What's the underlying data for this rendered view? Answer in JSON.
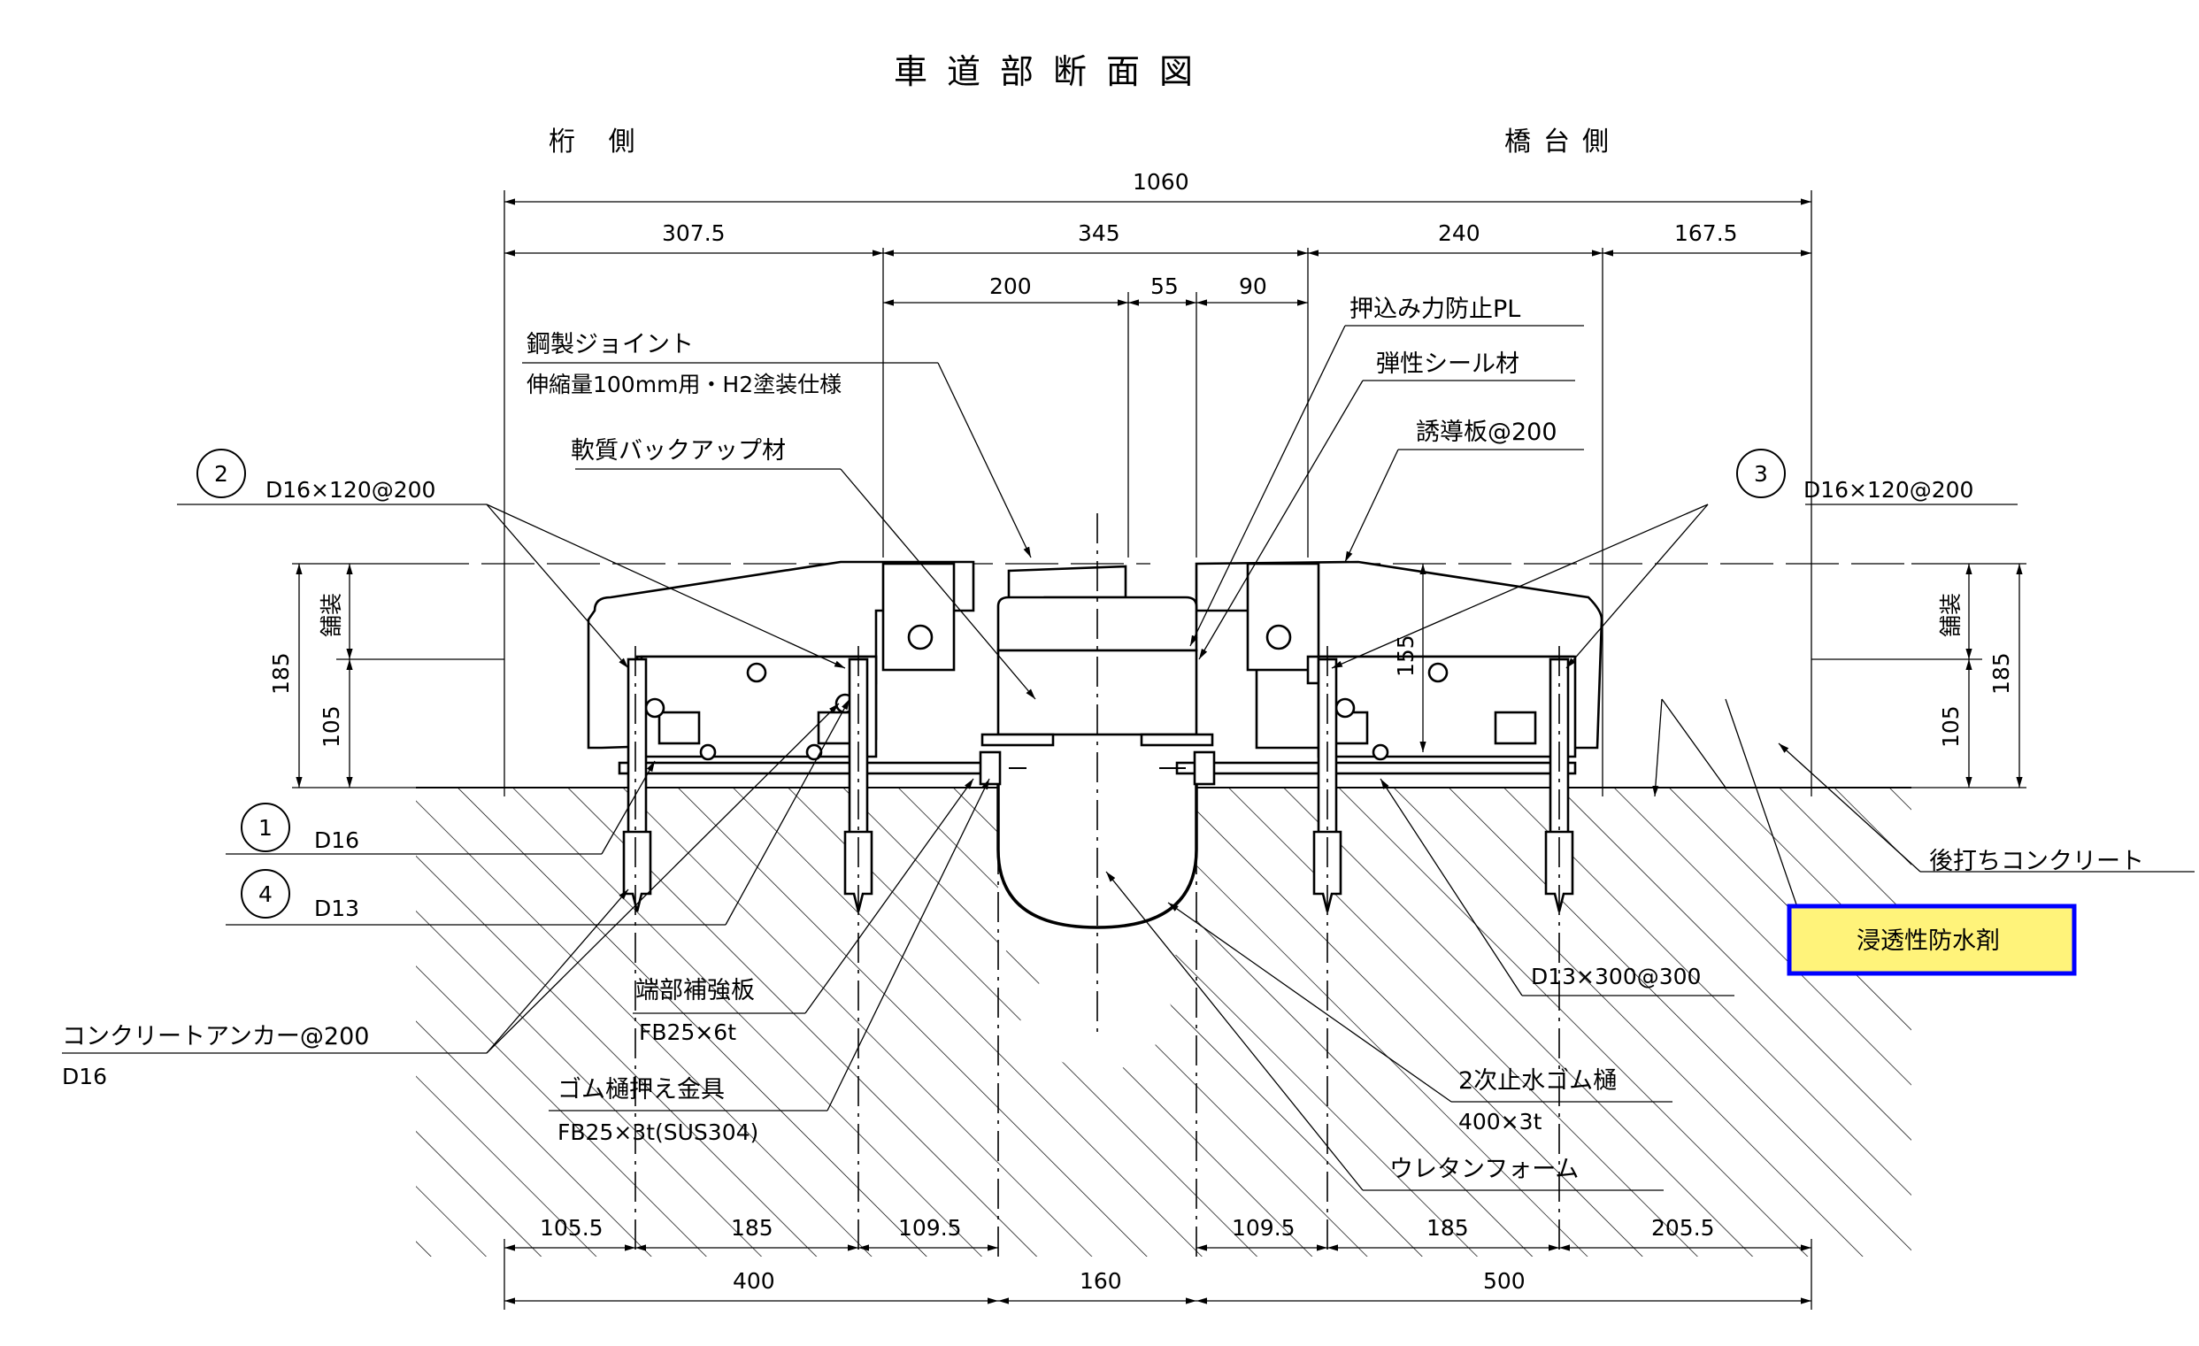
{
  "drawing": {
    "title": "車道部断面図",
    "girder_side": "桁 側",
    "abutment_side": "橋台側"
  },
  "dimensions": {
    "total": "1060",
    "top_segments": [
      "307.5",
      "345",
      "240",
      "167.5"
    ],
    "gap_segments": [
      "200",
      "55",
      "90"
    ],
    "pavement_height": "185",
    "slab_height": "105",
    "pavement_height_right": "185",
    "slab_height_right": "105",
    "inner_height": "155",
    "bottom_segments": [
      "105.5",
      "185",
      "109.5",
      "109.5",
      "185",
      "205.5"
    ],
    "bottom_totals": [
      "400",
      "160",
      "500"
    ]
  },
  "labels": {
    "pavement": "舗装",
    "pavement_right": "舗装",
    "steel_joint": "鋼製ジョイント",
    "steel_joint_spec": "伸縮量100mm用・H2塗装仕様",
    "backup_material": "軟質バックアップ材",
    "push_plate": "押込み力防止PL",
    "elastic_seal": "弾性シール材",
    "guide_plate": "誘導板@200",
    "rebar2_no": "2",
    "rebar2_spec": "D16×120@200",
    "rebar3_no": "3",
    "rebar3_spec": "D16×120@200",
    "rebar1_no": "1",
    "rebar1_spec": "D16",
    "rebar4_no": "4",
    "rebar4_spec": "D13",
    "anchor": "コンクリートアンカー@200",
    "anchor_spec": "D16",
    "end_plate": "端部補強板",
    "end_plate_spec": "FB25×6t",
    "rubber_fitting": "ゴム樋押え金具",
    "rubber_fitting_spec": "FB25×3t(SUS304)",
    "secondary_gutter": "2次止水ゴム樋",
    "secondary_gutter_spec": "400×3t",
    "urethane": "ウレタンフォーム",
    "rebar_d13": "D13×300@300",
    "post_concrete": "後打ちコンクリート",
    "waterproof": "浸透性防水剤"
  },
  "colors": {
    "highlight_fill": "#fff37a",
    "highlight_border": "#0000ff"
  }
}
